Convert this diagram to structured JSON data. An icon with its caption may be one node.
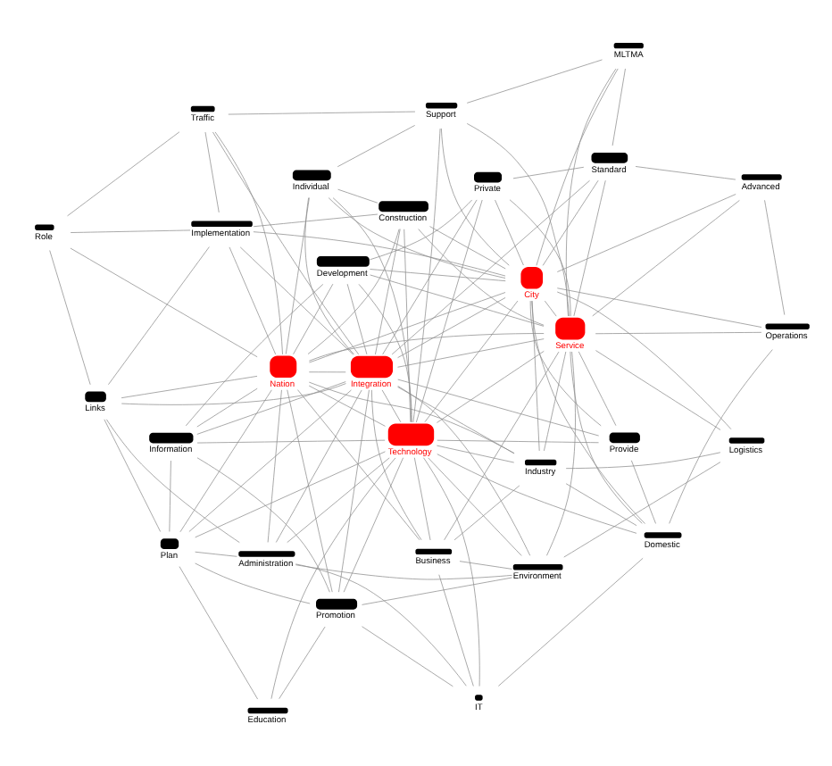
{
  "diagram": {
    "nodes": [
      {
        "text": [
          "Environment"
        ]
      },
      {
        "text": [
          "Logistics"
        ]
      },
      {
        "text": [
          "Business"
        ]
      },
      {
        "text": [
          "Industry"
        ]
      },
      {
        "text": [
          "IT"
        ]
      },
      {
        "text": [
          "Education"
        ]
      },
      {
        "text": [
          "Administration"
        ]
      },
      {
        "text": [
          "Promotion"
        ]
      },
      {
        "text": [
          "Technology"
        ]
      },
      {
        "text": [
          "Provide"
        ]
      },
      {
        "text": [
          "Domestic"
        ]
      },
      {
        "text": [
          "Integration"
        ]
      },
      {
        "text": [
          "Service"
        ]
      },
      {
        "text": [
          "Operations"
        ]
      },
      {
        "text": [
          "Plan"
        ]
      },
      {
        "text": [
          "Information"
        ]
      },
      {
        "text": [
          "Development"
        ]
      },
      {
        "text": [
          "Nation"
        ]
      },
      {
        "text": [
          "Advanced"
        ]
      },
      {
        "text": [
          "Private"
        ]
      },
      {
        "text": [
          "Links"
        ]
      },
      {
        "text": [
          "Construction"
        ]
      },
      {
        "text": [
          "City"
        ]
      },
      {
        "text": [
          "Standard"
        ]
      },
      {
        "text": [
          "Role"
        ]
      },
      {
        "text": [
          "Individual"
        ]
      },
      {
        "text": [
          "MLTMA"
        ]
      },
      {
        "text": [
          "Traffic"
        ]
      },
      {
        "text": [
          "Support"
        ]
      },
      {
        "text": [
          "Implementation"
        ]
      }
    ],
    "edges": [
      {
        "from": 8,
        "to": 11,
        "arrow": "none"
      },
      {
        "from": 8,
        "to": 12,
        "arrow": "none"
      },
      {
        "from": 8,
        "to": 17,
        "arrow": "none"
      },
      {
        "from": 8,
        "to": 22,
        "arrow": "none"
      },
      {
        "from": 11,
        "to": 12,
        "arrow": "none"
      },
      {
        "from": 11,
        "to": 17,
        "arrow": "none"
      },
      {
        "from": 11,
        "to": 22,
        "arrow": "none"
      },
      {
        "from": 12,
        "to": 17,
        "arrow": "none"
      },
      {
        "from": 12,
        "to": 22,
        "arrow": "none"
      },
      {
        "from": 17,
        "to": 22,
        "arrow": "none"
      },
      {
        "from": 8,
        "to": 0,
        "arrow": "none"
      },
      {
        "from": 8,
        "to": 2,
        "arrow": "none"
      },
      {
        "from": 8,
        "to": 3,
        "arrow": "none"
      },
      {
        "from": 8,
        "to": 4,
        "arrow": "none"
      },
      {
        "from": 8,
        "to": 5,
        "arrow": "none"
      },
      {
        "from": 8,
        "to": 6,
        "arrow": "none"
      },
      {
        "from": 8,
        "to": 7,
        "arrow": "none"
      },
      {
        "from": 8,
        "to": 9,
        "arrow": "none"
      },
      {
        "from": 8,
        "to": 10,
        "arrow": "none"
      },
      {
        "from": 8,
        "to": 14,
        "arrow": "none"
      },
      {
        "from": 8,
        "to": 15,
        "arrow": "none"
      },
      {
        "from": 8,
        "to": 16,
        "arrow": "none"
      },
      {
        "from": 8,
        "to": 19,
        "arrow": "none"
      },
      {
        "from": 8,
        "to": 21,
        "arrow": "none"
      },
      {
        "from": 8,
        "to": 25,
        "arrow": "none"
      },
      {
        "from": 8,
        "to": 28,
        "arrow": "none"
      },
      {
        "from": 11,
        "to": 0,
        "arrow": "none"
      },
      {
        "from": 11,
        "to": 2,
        "arrow": "none"
      },
      {
        "from": 11,
        "to": 3,
        "arrow": "none"
      },
      {
        "from": 11,
        "to": 6,
        "arrow": "none"
      },
      {
        "from": 11,
        "to": 7,
        "arrow": "none"
      },
      {
        "from": 11,
        "to": 9,
        "arrow": "none"
      },
      {
        "from": 11,
        "to": 14,
        "arrow": "none"
      },
      {
        "from": 11,
        "to": 15,
        "arrow": "none"
      },
      {
        "from": 11,
        "to": 16,
        "arrow": "none"
      },
      {
        "from": 11,
        "to": 19,
        "arrow": "none"
      },
      {
        "from": 11,
        "to": 20,
        "arrow": "none"
      },
      {
        "from": 11,
        "to": 21,
        "arrow": "none"
      },
      {
        "from": 11,
        "to": 23,
        "arrow": "none"
      },
      {
        "from": 11,
        "to": 25,
        "arrow": "none"
      },
      {
        "from": 11,
        "to": 27,
        "arrow": "none"
      },
      {
        "from": 11,
        "to": 29,
        "arrow": "none"
      },
      {
        "from": 12,
        "to": 0,
        "arrow": "none"
      },
      {
        "from": 12,
        "to": 1,
        "arrow": "none"
      },
      {
        "from": 12,
        "to": 2,
        "arrow": "none"
      },
      {
        "from": 12,
        "to": 3,
        "arrow": "none"
      },
      {
        "from": 12,
        "to": 9,
        "arrow": "none"
      },
      {
        "from": 12,
        "to": 10,
        "arrow": "none"
      },
      {
        "from": 12,
        "to": 13,
        "arrow": "none"
      },
      {
        "from": 12,
        "to": 16,
        "arrow": "none"
      },
      {
        "from": 12,
        "to": 18,
        "arrow": "none"
      },
      {
        "from": 12,
        "to": 19,
        "arrow": "none"
      },
      {
        "from": 12,
        "to": 21,
        "arrow": "none"
      },
      {
        "from": 12,
        "to": 23,
        "arrow": "none"
      },
      {
        "from": 12,
        "to": 26,
        "arrow": "none"
      },
      {
        "from": 12,
        "to": 28,
        "arrow": "none"
      },
      {
        "from": 17,
        "to": 2,
        "arrow": "none"
      },
      {
        "from": 17,
        "to": 3,
        "arrow": "none"
      },
      {
        "from": 17,
        "to": 6,
        "arrow": "none"
      },
      {
        "from": 17,
        "to": 7,
        "arrow": "none"
      },
      {
        "from": 17,
        "to": 14,
        "arrow": "none"
      },
      {
        "from": 17,
        "to": 15,
        "arrow": "none"
      },
      {
        "from": 17,
        "to": 16,
        "arrow": "none"
      },
      {
        "from": 17,
        "to": 20,
        "arrow": "none"
      },
      {
        "from": 17,
        "to": 21,
        "arrow": "none"
      },
      {
        "from": 17,
        "to": 24,
        "arrow": "none"
      },
      {
        "from": 17,
        "to": 25,
        "arrow": "none"
      },
      {
        "from": 17,
        "to": 27,
        "arrow": "none"
      },
      {
        "from": 17,
        "to": 29,
        "arrow": "none"
      },
      {
        "from": 22,
        "to": 1,
        "arrow": "none"
      },
      {
        "from": 22,
        "to": 3,
        "arrow": "none"
      },
      {
        "from": 22,
        "to": 9,
        "arrow": "none"
      },
      {
        "from": 22,
        "to": 10,
        "arrow": "none"
      },
      {
        "from": 22,
        "to": 13,
        "arrow": "none"
      },
      {
        "from": 22,
        "to": 16,
        "arrow": "none"
      },
      {
        "from": 22,
        "to": 18,
        "arrow": "none"
      },
      {
        "from": 22,
        "to": 19,
        "arrow": "none"
      },
      {
        "from": 22,
        "to": 21,
        "arrow": "none"
      },
      {
        "from": 22,
        "to": 23,
        "arrow": "none"
      },
      {
        "from": 22,
        "to": 25,
        "arrow": "none"
      },
      {
        "from": 22,
        "to": 26,
        "arrow": "none"
      },
      {
        "from": 22,
        "to": 28,
        "arrow": "none"
      },
      {
        "from": 22,
        "to": 29,
        "arrow": "none"
      },
      {
        "from": 0,
        "to": 1,
        "arrow": "none"
      },
      {
        "from": 0,
        "to": 2,
        "arrow": "none"
      },
      {
        "from": 0,
        "to": 6,
        "arrow": "none"
      },
      {
        "from": 0,
        "to": 7,
        "arrow": "none"
      },
      {
        "from": 2,
        "to": 3,
        "arrow": "none"
      },
      {
        "from": 2,
        "to": 4,
        "arrow": "none"
      },
      {
        "from": 3,
        "to": 1,
        "arrow": "none"
      },
      {
        "from": 3,
        "to": 10,
        "arrow": "none"
      },
      {
        "from": 4,
        "to": 6,
        "arrow": "none"
      },
      {
        "from": 4,
        "to": 7,
        "arrow": "none"
      },
      {
        "from": 4,
        "to": 10,
        "arrow": "none"
      },
      {
        "from": 5,
        "to": 14,
        "arrow": "none"
      },
      {
        "from": 5,
        "to": 7,
        "arrow": "none"
      },
      {
        "from": 6,
        "to": 14,
        "arrow": "none"
      },
      {
        "from": 6,
        "to": 20,
        "arrow": "none"
      },
      {
        "from": 7,
        "to": 14,
        "arrow": "none"
      },
      {
        "from": 7,
        "to": 15,
        "arrow": "none"
      },
      {
        "from": 9,
        "to": 10,
        "arrow": "none"
      },
      {
        "from": 10,
        "to": 13,
        "arrow": "none"
      },
      {
        "from": 13,
        "to": 18,
        "arrow": "none"
      },
      {
        "from": 14,
        "to": 15,
        "arrow": "none"
      },
      {
        "from": 14,
        "to": 20,
        "arrow": "none"
      },
      {
        "from": 15,
        "to": 16,
        "arrow": "none"
      },
      {
        "from": 16,
        "to": 19,
        "arrow": "none"
      },
      {
        "from": 19,
        "to": 23,
        "arrow": "none"
      },
      {
        "from": 20,
        "to": 24,
        "arrow": "none"
      },
      {
        "from": 21,
        "to": 25,
        "arrow": "none"
      },
      {
        "from": 24,
        "to": 27,
        "arrow": "none"
      },
      {
        "from": 24,
        "to": 29,
        "arrow": "none"
      },
      {
        "from": 27,
        "to": 28,
        "arrow": "none"
      },
      {
        "from": 28,
        "to": 26,
        "arrow": "none"
      },
      {
        "from": 25,
        "to": 28,
        "arrow": "none"
      },
      {
        "from": 23,
        "to": 26,
        "arrow": "none"
      },
      {
        "from": 18,
        "to": 23,
        "arrow": "none"
      },
      {
        "from": 20,
        "to": 29,
        "arrow": "none"
      },
      {
        "from": 21,
        "to": 29,
        "arrow": "none"
      },
      {
        "from": 27,
        "to": 29,
        "arrow": "none"
      }
    ]
  }
}
